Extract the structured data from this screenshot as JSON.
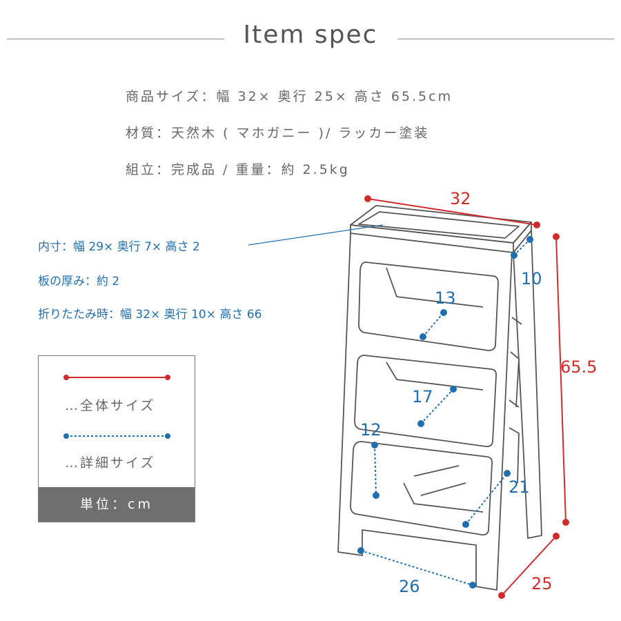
{
  "header": {
    "title": "Item spec"
  },
  "specs": [
    "商品サイズ：幅 32× 奥行 25× 高さ 65.5cm",
    "材質：天然木 ( マホガニー )/ ラッカー塗装",
    "組立：完成品 / 重量：約 2.5kg"
  ],
  "notes": [
    "内寸：幅 29× 奥行 7× 高さ 2",
    "板の厚み：約 2",
    "折りたたみ時：幅 32× 奥行 10× 高さ 66"
  ],
  "legend": {
    "overall_label": "…全体サイズ",
    "detail_label": "…詳細サイズ",
    "unit": "単位：cm"
  },
  "dimensions": {
    "width": "32",
    "depth": "25",
    "height": "65.5",
    "tray_depth": "10",
    "step1": "13",
    "step2": "17",
    "step3_height": "12",
    "step3_depth": "21",
    "bottom_width": "26"
  },
  "colors": {
    "overall": "#d12b2b",
    "detail": "#1f6fb0",
    "outline": "#555555"
  }
}
